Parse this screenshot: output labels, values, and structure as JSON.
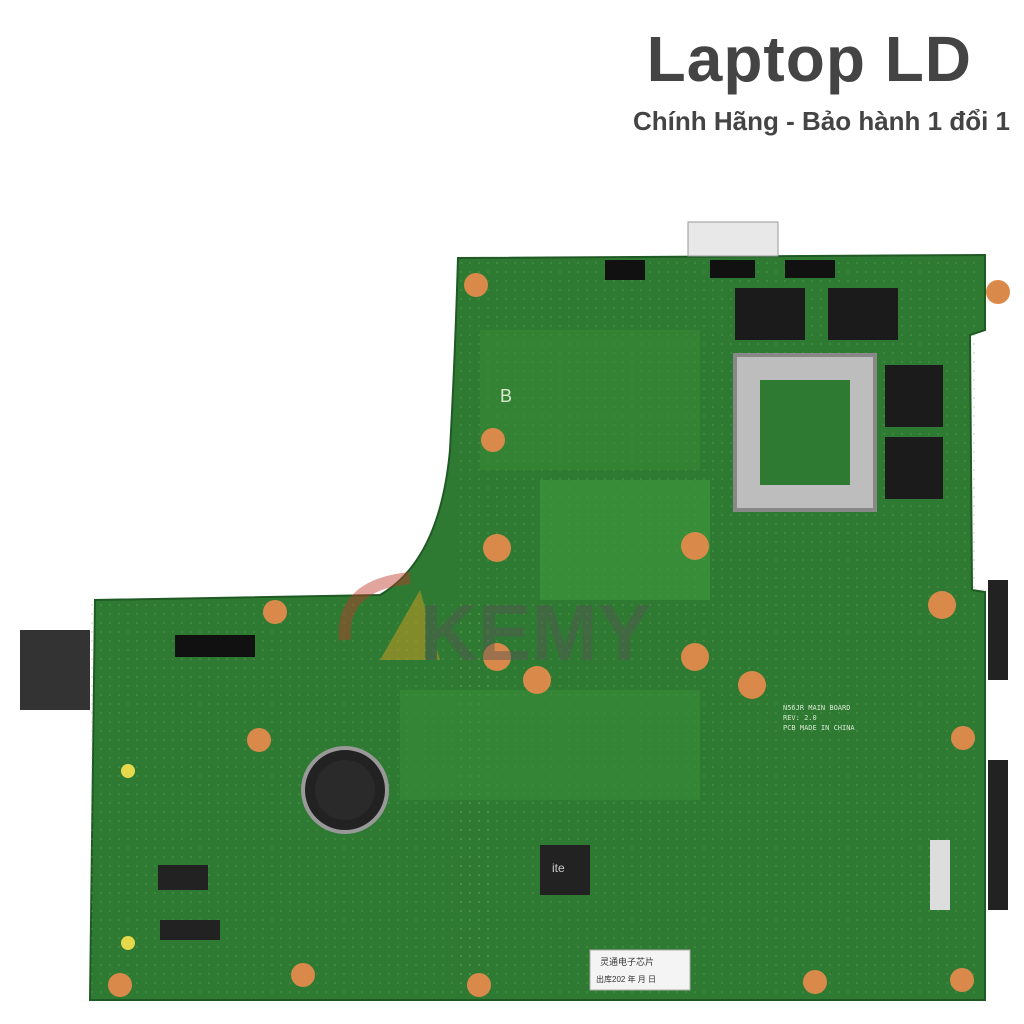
{
  "header": {
    "title": "Laptop LD",
    "subtitle": "Chính Hãng - Bảo hành 1 đổi 1"
  },
  "board": {
    "silkscreen": [
      "N56JR MAIN BOARD",
      "REV: 2.0",
      "PCB MADE IN CHINA"
    ],
    "sticker_line1": "灵通电子芯片",
    "sticker_line2": "出库202  年 月 日",
    "chip_label": "ite",
    "pcb_color": "#2f7a32",
    "pad_color": "#d98a4a"
  },
  "watermark": {
    "text": "KEMY",
    "color": "#c0392b"
  }
}
